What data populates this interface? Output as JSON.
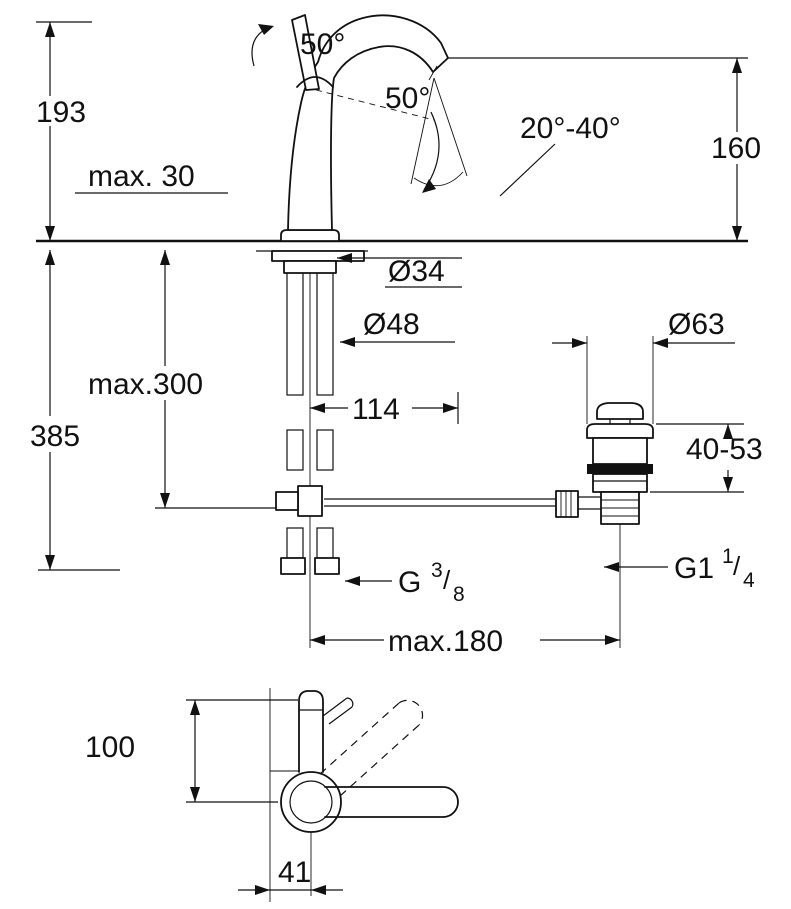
{
  "drawing": {
    "colors": {
      "line": "#111111",
      "background": "#ffffff",
      "text": "#111111"
    },
    "side_view": {
      "height_above_deck": "193",
      "max_rear_clearance": "max. 30",
      "spout_outlet_height": "160",
      "handle_angle": "50°",
      "handle_swing_angle": "50°",
      "spray_angle_range": "20°-40°"
    },
    "installation": {
      "hole_diameter": "Ø34",
      "shank_diameter": "Ø48",
      "flange_diameter": "Ø63",
      "max_hose_depth": "max.300",
      "overall_depth": "385",
      "spout_reach": "114",
      "deck_thickness_range": "40-53",
      "max_rod_span": "max.180",
      "supply_thread": {
        "prefix": "G",
        "numerator": "3",
        "slash": "/",
        "denominator": "8"
      },
      "waste_thread": {
        "prefix": "G1",
        "numerator": "1",
        "slash": "/",
        "denominator": "4"
      }
    },
    "top_view": {
      "spout_reach_top": "100",
      "center_offset": "41"
    }
  }
}
